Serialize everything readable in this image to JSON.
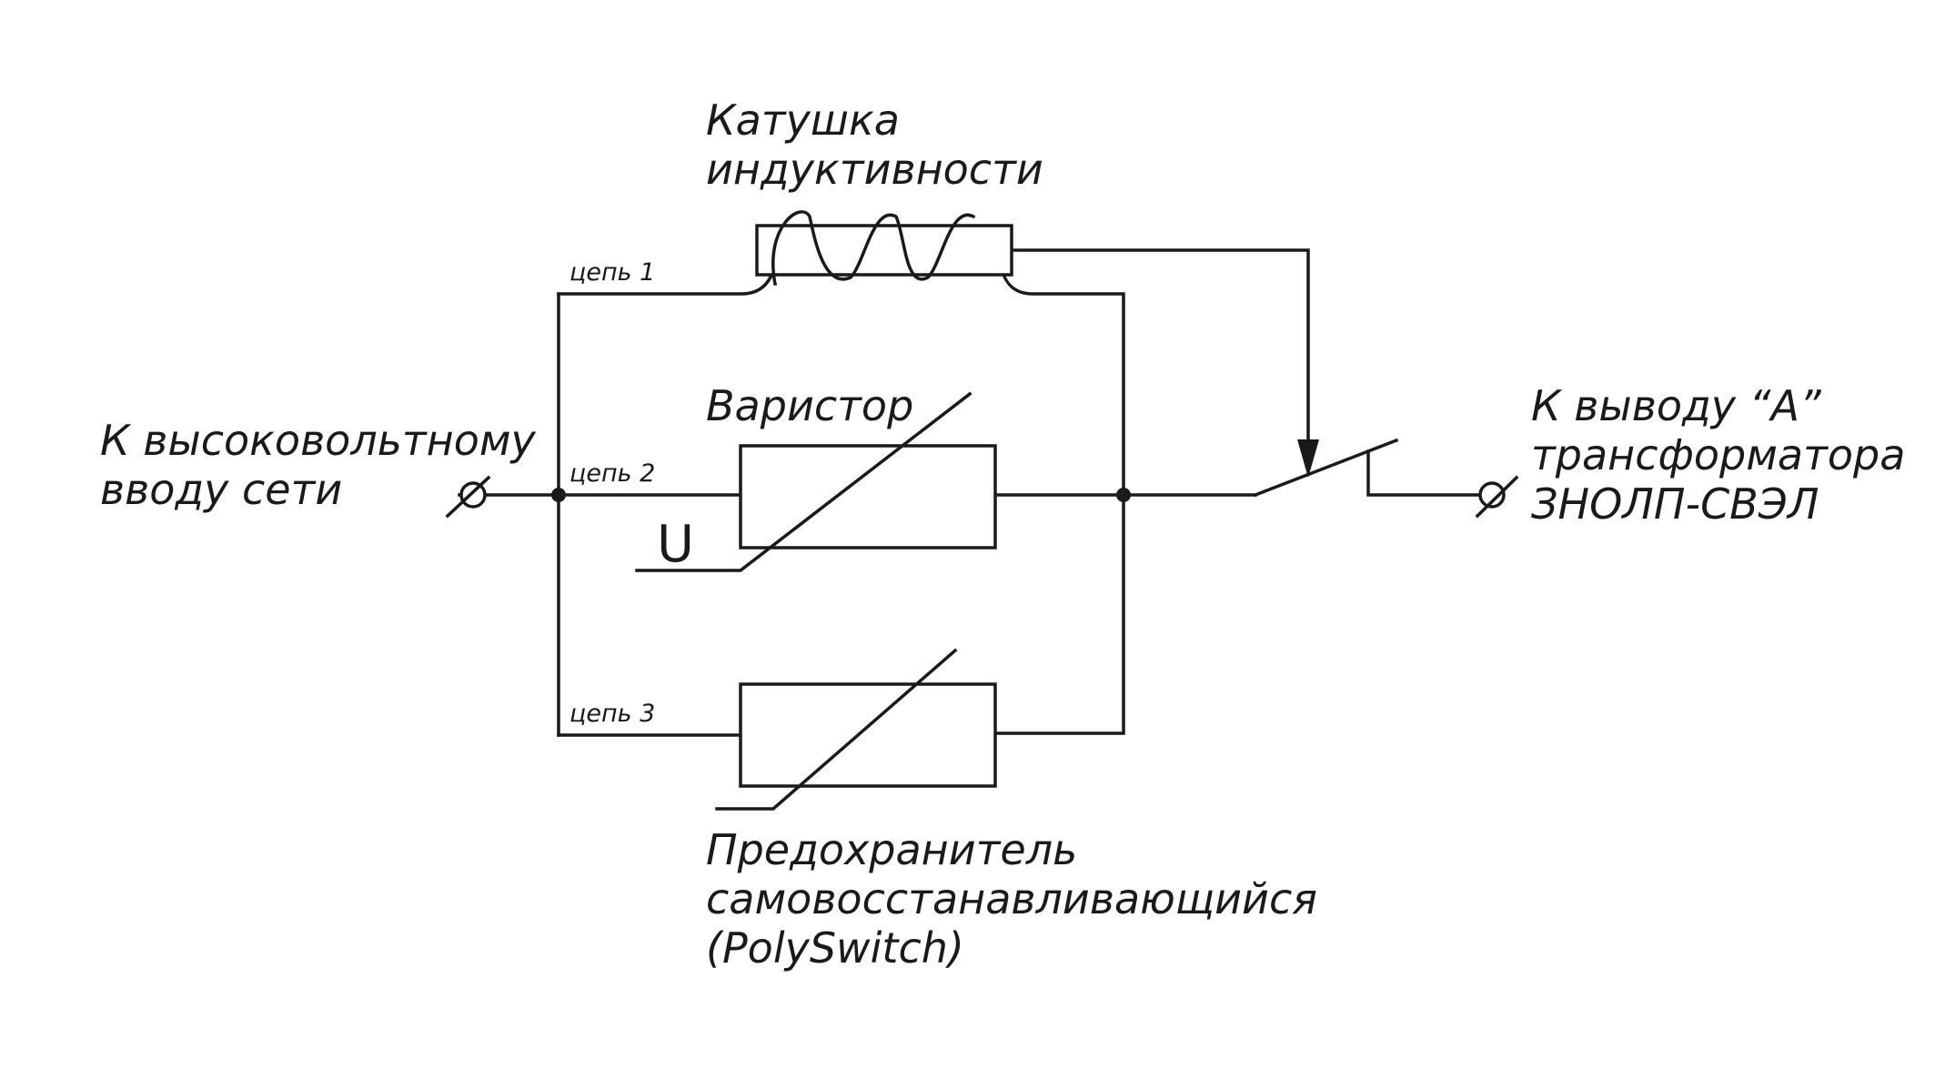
{
  "labels": {
    "coil": [
      "Катушка",
      "индуктивности"
    ],
    "input": [
      "К высоковольтному",
      "вводу сети"
    ],
    "output": [
      "К выводу “А”",
      "трансформатора",
      "ЗНОЛП-СВЭЛ"
    ],
    "varistor": "Варистор",
    "fuse": [
      "Предохранитель",
      "самовосстанавливающийся",
      "(PolySwitch)"
    ],
    "voltage_symbol": "U",
    "circuits": [
      "цепь 1",
      "цепь 2",
      "цепь 3"
    ]
  },
  "colors": {
    "line": "#1a1a1a",
    "background": "#ffffff"
  }
}
